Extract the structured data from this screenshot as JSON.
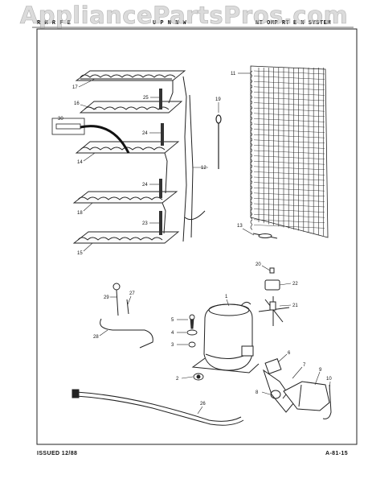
{
  "watermark": "AppliancePartsPros.com",
  "header": {
    "left": "R  H   R  F  E",
    "middle": "U  P  N   N  W",
    "right": "NT  OMP  RT  E N  SYSTEM"
  },
  "footer": {
    "issued": "ISSUED 12/88",
    "page_code": "A-81-15"
  },
  "parts": [
    {
      "id": "30",
      "label": "30"
    },
    {
      "id": "17",
      "label": "17"
    },
    {
      "id": "16",
      "label": "16"
    },
    {
      "id": "14",
      "label": "14"
    },
    {
      "id": "18",
      "label": "18"
    },
    {
      "id": "15",
      "label": "15"
    },
    {
      "id": "25",
      "label": "25"
    },
    {
      "id": "24a",
      "label": "24"
    },
    {
      "id": "24b",
      "label": "24"
    },
    {
      "id": "23",
      "label": "23"
    },
    {
      "id": "12",
      "label": "12"
    },
    {
      "id": "19",
      "label": "19"
    },
    {
      "id": "11",
      "label": "11"
    },
    {
      "id": "13",
      "label": "13"
    },
    {
      "id": "20",
      "label": "20"
    },
    {
      "id": "22",
      "label": "22"
    },
    {
      "id": "21",
      "label": "21"
    },
    {
      "id": "29",
      "label": "29"
    },
    {
      "id": "27",
      "label": "27"
    },
    {
      "id": "28",
      "label": "28"
    },
    {
      "id": "1",
      "label": "1"
    },
    {
      "id": "5",
      "label": "5"
    },
    {
      "id": "4",
      "label": "4"
    },
    {
      "id": "3",
      "label": "3"
    },
    {
      "id": "2",
      "label": "2"
    },
    {
      "id": "6",
      "label": "6"
    },
    {
      "id": "7",
      "label": "7"
    },
    {
      "id": "8",
      "label": "8"
    },
    {
      "id": "9",
      "label": "9"
    },
    {
      "id": "10",
      "label": "10"
    },
    {
      "id": "26",
      "label": "26"
    }
  ]
}
